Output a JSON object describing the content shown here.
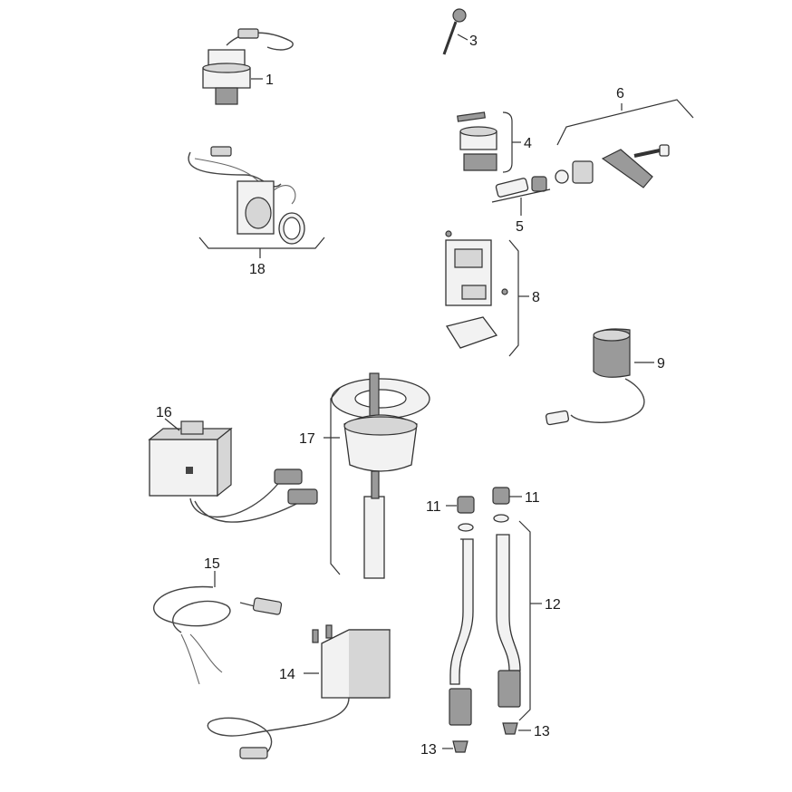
{
  "labels": {
    "l1": "1",
    "l3": "3",
    "l4": "4",
    "l5": "5",
    "l6": "6",
    "l8": "8",
    "l9": "9",
    "l11a": "11",
    "l11b": "11",
    "l12": "12",
    "l13a": "13",
    "l13b": "13",
    "l14": "14",
    "l15": "15",
    "l16": "16",
    "l17": "17",
    "l18": "18"
  }
}
